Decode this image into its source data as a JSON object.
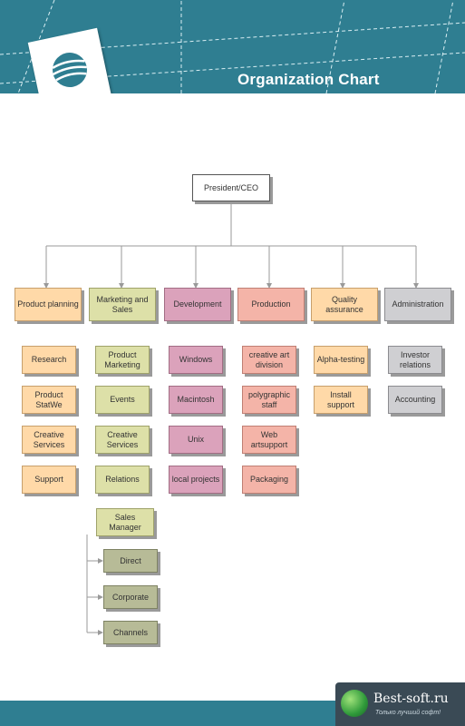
{
  "header": {
    "title": "Organization Chart",
    "logo_icon": "globe-logo-icon",
    "background_color": "#2f7e91"
  },
  "chart": {
    "root": "President/CEO",
    "departments": [
      "Product planning",
      "Marketing and Sales",
      "Development",
      "Production",
      "Quality assurance",
      "Administration"
    ],
    "product_planning_units": [
      "Research",
      "Product StatWe",
      "Creative Services",
      "Support"
    ],
    "marketing_units": [
      "Product Marketing",
      "Events",
      "Creative Services",
      "Relations"
    ],
    "development_units": [
      "Windows",
      "Macintosh",
      "Unix",
      "local projects"
    ],
    "production_units": [
      "creative art division",
      "polygraphic staff",
      "Web artsupport",
      "Packaging"
    ],
    "quality_units": [
      "Alpha-testing",
      "Install support"
    ],
    "administration_units": [
      "Investor relations",
      "Accounting"
    ],
    "sales_manager": "Sales Manager",
    "sales_channels": [
      "Direct",
      "Corporate",
      "Channels"
    ]
  },
  "watermark": {
    "name": "Best-soft.ru",
    "tagline": "Только лучший софт!"
  }
}
